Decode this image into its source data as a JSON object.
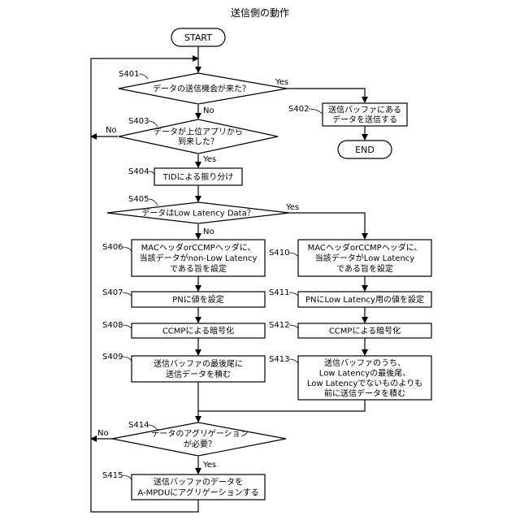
{
  "title": "送信側の動作",
  "start": "START",
  "end": "END",
  "yes": "Yes",
  "no": "No",
  "steps": {
    "s401": {
      "id": "S401",
      "lines": [
        "データの送信機会が来た？"
      ]
    },
    "s402": {
      "id": "S402",
      "lines": [
        "送信バッファにある",
        "データを送信する"
      ]
    },
    "s403": {
      "id": "S403",
      "lines": [
        "データが上位アプリから",
        "到来した？"
      ]
    },
    "s404": {
      "id": "S404",
      "lines": [
        "TIDによる振り分け"
      ]
    },
    "s405": {
      "id": "S405",
      "lines": [
        "データはLow Latency Data？"
      ]
    },
    "s406": {
      "id": "S406",
      "lines": [
        "MACヘッダorCCMPヘッダに、",
        "当該データがnon-Low Latency",
        "である旨を設定"
      ]
    },
    "s407": {
      "id": "S407",
      "lines": [
        "PNに値を設定"
      ]
    },
    "s408": {
      "id": "S408",
      "lines": [
        "CCMPによる暗号化"
      ]
    },
    "s409": {
      "id": "S409",
      "lines": [
        "送信バッファの最後尾に",
        "送信データを積む"
      ]
    },
    "s410": {
      "id": "S410",
      "lines": [
        "MACヘッダorCCMPヘッダに、",
        "当該データがLow Latency",
        "である旨を設定"
      ]
    },
    "s411": {
      "id": "S411",
      "lines": [
        "PNにLow Latency用の値を設定"
      ]
    },
    "s412": {
      "id": "S412",
      "lines": [
        "CCMPによる暗号化"
      ]
    },
    "s413": {
      "id": "S413",
      "lines": [
        "送信バッファのうち、",
        "Low Latencyの最後尾、",
        "Low Latencyでないものよりも",
        "前に送信データを積む"
      ]
    },
    "s414": {
      "id": "S414",
      "lines": [
        "データのアグリゲーション",
        "が必要？"
      ]
    },
    "s415": {
      "id": "S415",
      "lines": [
        "送信バッファのデータを",
        "A-MPDUにアグリゲーションする"
      ]
    }
  }
}
